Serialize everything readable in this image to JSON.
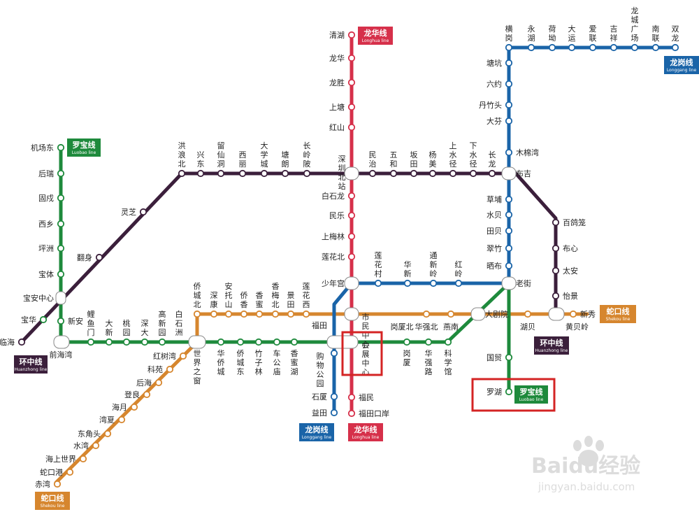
{
  "colors": {
    "luobao": "#1e8a3c",
    "longhua": "#d6304a",
    "longgang": "#1a64a8",
    "huanzhong": "#3b1f3b",
    "shekou": "#d6862e",
    "highlight": "#d42424"
  },
  "lines": {
    "longhua": {
      "name_cn": "龙华线",
      "name_en": "Longhua line"
    },
    "longgang": {
      "name_cn": "龙岗线",
      "name_en": "Longgang line"
    },
    "luobao": {
      "name_cn": "罗宝线",
      "name_en": "Luobao line"
    },
    "huanzhong": {
      "name_cn": "环中线",
      "name_en": "Huanzhong line"
    },
    "shekou": {
      "name_cn": "蛇口线",
      "name_en": "Shekou line"
    }
  },
  "stations": {
    "longhua_north": [
      "清湖",
      "龙华",
      "龙胜",
      "上塘",
      "红山",
      "深圳北站",
      "白石龙",
      "民乐",
      "上梅林",
      "莲花北",
      "少年宫"
    ],
    "longhua_south": [
      "福田",
      "市民中心",
      "会展中心",
      "福民",
      "福田口岸"
    ],
    "longgang_top": [
      "横岗",
      "永湖",
      "荷坳",
      "大运",
      "爱联",
      "吉祥",
      "龙城广场",
      "南联",
      "双龙"
    ],
    "longgang_vertical": [
      "塘坑",
      "六约",
      "丹竹头",
      "大芬",
      "木棉湾",
      "布吉",
      "草埔",
      "水贝",
      "田贝",
      "翠竹",
      "晒布",
      "老街"
    ],
    "longgang_branch": [
      "莲花村",
      "华新",
      "通新岭",
      "红岭"
    ],
    "longgang_south": [
      "购物公园",
      "石厦",
      "益田"
    ],
    "luobao_west": [
      "机场东",
      "后瑞",
      "固戍",
      "西乡",
      "坪洲",
      "宝体",
      "宝安中心",
      "宝华",
      "新安",
      "前海湾"
    ],
    "luobao_mid": [
      "鲤鱼门",
      "大新",
      "桃园",
      "深大",
      "高新园",
      "白石洲"
    ],
    "luobao_south": [
      "华侨城",
      "侨城东",
      "竹子林",
      "车公庙",
      "香蜜湖",
      "岗厦",
      "华强路",
      "科学馆",
      "大剧院",
      "国贸",
      "罗湖"
    ],
    "huanzhong": [
      "临海",
      "灵芝",
      "翻身",
      "洪浪北",
      "兴东",
      "留仙洞",
      "西丽",
      "大学城",
      "塘朗",
      "长岭陂",
      "民治",
      "五和",
      "坂田",
      "杨美",
      "上水径",
      "下水径",
      "长龙",
      "百鸽笼",
      "布心",
      "太安",
      "怡景",
      "黄贝岭"
    ],
    "shekou_top": [
      "侨城北",
      "深康",
      "安托山",
      "侨香",
      "香蜜",
      "香梅北",
      "景田",
      "莲花西",
      "岗厦北",
      "华强北",
      "燕南",
      "湖贝",
      "新秀"
    ],
    "shekou_south": [
      "世界之窗",
      "红树湾",
      "科苑",
      "后海",
      "登良",
      "海月",
      "湾夏",
      "东角头",
      "水湾",
      "海上世界",
      "蛇口港",
      "赤湾"
    ]
  },
  "watermark": {
    "brand": "Baidu经验",
    "url": "jingyan.baidu.com"
  }
}
